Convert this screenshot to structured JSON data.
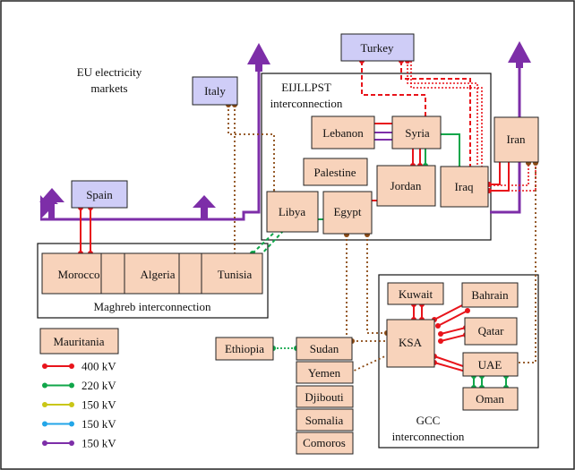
{
  "colors": {
    "kv400": "#e8141b",
    "kv220": "#10a64a",
    "kv150_yellow": "#c9c617",
    "kv150_blue": "#23a6e8",
    "kv150_purple": "#7d2ea8",
    "country_fill": "#f8d3bb",
    "eu_fill": "#cfcdf7",
    "connector": "#8b4a14"
  },
  "labels": {
    "eu_markets_line1": "EU electricity",
    "eu_markets_line2": "markets",
    "eijllpst_line1": "EIJLLPST",
    "eijllpst_line2": "interconnection",
    "maghreb": "Maghreb interconnection",
    "gcc_line1": "GCC",
    "gcc_line2": "interconnection"
  },
  "countries": {
    "spain": "Spain",
    "italy": "Italy",
    "turkey": "Turkey",
    "lebanon": "Lebanon",
    "syria": "Syria",
    "palestine": "Palestine",
    "jordan": "Jordan",
    "iraq": "Iraq",
    "iran": "Iran",
    "libya": "Libya",
    "egypt": "Egypt",
    "morocco": "Morocco",
    "algeria": "Algeria",
    "tunisia": "Tunisia",
    "mauritania": "Mauritania",
    "ethiopia": "Ethiopia",
    "sudan": "Sudan",
    "yemen": "Yemen",
    "djibouti": "Djibouti",
    "somalia": "Somalia",
    "comoros": "Comoros",
    "kuwait": "Kuwait",
    "bahrain": "Bahrain",
    "ksa": "KSA",
    "qatar": "Qatar",
    "uae": "UAE",
    "oman": "Oman"
  },
  "legend": [
    {
      "label": "400 kV",
      "color": "#e8141b"
    },
    {
      "label": "220 kV",
      "color": "#10a64a"
    },
    {
      "label": "150 kV",
      "color": "#c9c617"
    },
    {
      "label": "150 kV",
      "color": "#23a6e8"
    },
    {
      "label": "150 kV",
      "color": "#7d2ea8"
    }
  ]
}
